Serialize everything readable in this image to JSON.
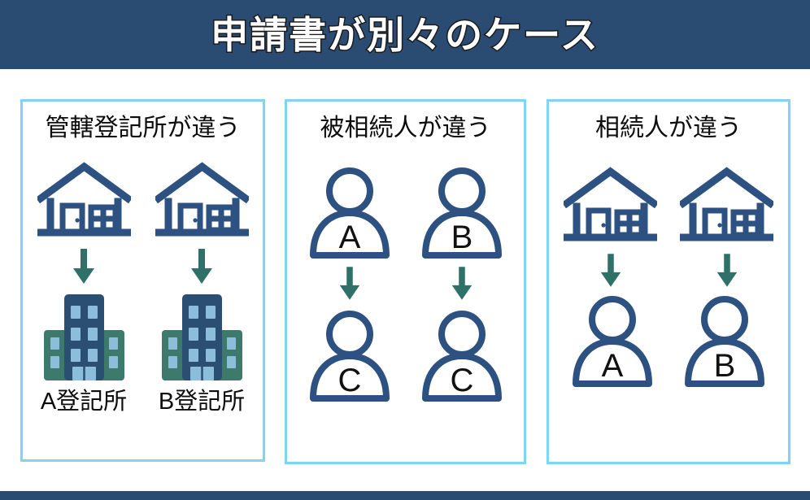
{
  "title": {
    "text": "申請書が別々のケース",
    "banner_color": "#2a4c72",
    "text_color": "#ffffff",
    "outline_color": "#1b1b1b"
  },
  "colors": {
    "navy": "#2a4c72",
    "icon_navy": "#2d5281",
    "panel_border": "#7fd4f5",
    "arrow_teal": "#2f7068",
    "building_wing": "#3d7a6b",
    "building_tower": "#2b4f72",
    "window_blue": "#8cbddb",
    "background": "#ffffff"
  },
  "panels": [
    {
      "id": "panel-kankatsu",
      "heading": "管轄登記所が違う",
      "top_row": {
        "type": "house",
        "items": [
          {
            "icon": "house-icon"
          },
          {
            "icon": "house-icon"
          }
        ]
      },
      "arrows": [
        {
          "icon": "down-arrow-icon"
        },
        {
          "icon": "down-arrow-icon"
        }
      ],
      "bottom_row": {
        "type": "building",
        "items": [
          {
            "icon": "building-icon"
          },
          {
            "icon": "building-icon"
          }
        ]
      },
      "labels": [
        "A登記所",
        "B登記所"
      ]
    },
    {
      "id": "panel-hisozokunin",
      "heading": "被相続人が違う",
      "top_row": {
        "type": "person",
        "items": [
          {
            "icon": "person-icon",
            "letter": "A"
          },
          {
            "icon": "person-icon",
            "letter": "B"
          }
        ]
      },
      "arrows": [
        {
          "icon": "down-arrow-icon"
        },
        {
          "icon": "down-arrow-icon"
        }
      ],
      "bottom_row": {
        "type": "person",
        "items": [
          {
            "icon": "person-icon",
            "letter": "C"
          },
          {
            "icon": "person-icon",
            "letter": "C"
          }
        ]
      },
      "labels": []
    },
    {
      "id": "panel-sozokunin",
      "heading": "相続人が違う",
      "top_row": {
        "type": "house",
        "items": [
          {
            "icon": "house-icon"
          },
          {
            "icon": "house-icon"
          }
        ]
      },
      "arrows": [
        {
          "icon": "down-arrow-icon"
        },
        {
          "icon": "down-arrow-icon"
        }
      ],
      "bottom_row": {
        "type": "person",
        "items": [
          {
            "icon": "person-icon",
            "letter": "A"
          },
          {
            "icon": "person-icon",
            "letter": "B"
          }
        ]
      },
      "labels": []
    }
  ]
}
